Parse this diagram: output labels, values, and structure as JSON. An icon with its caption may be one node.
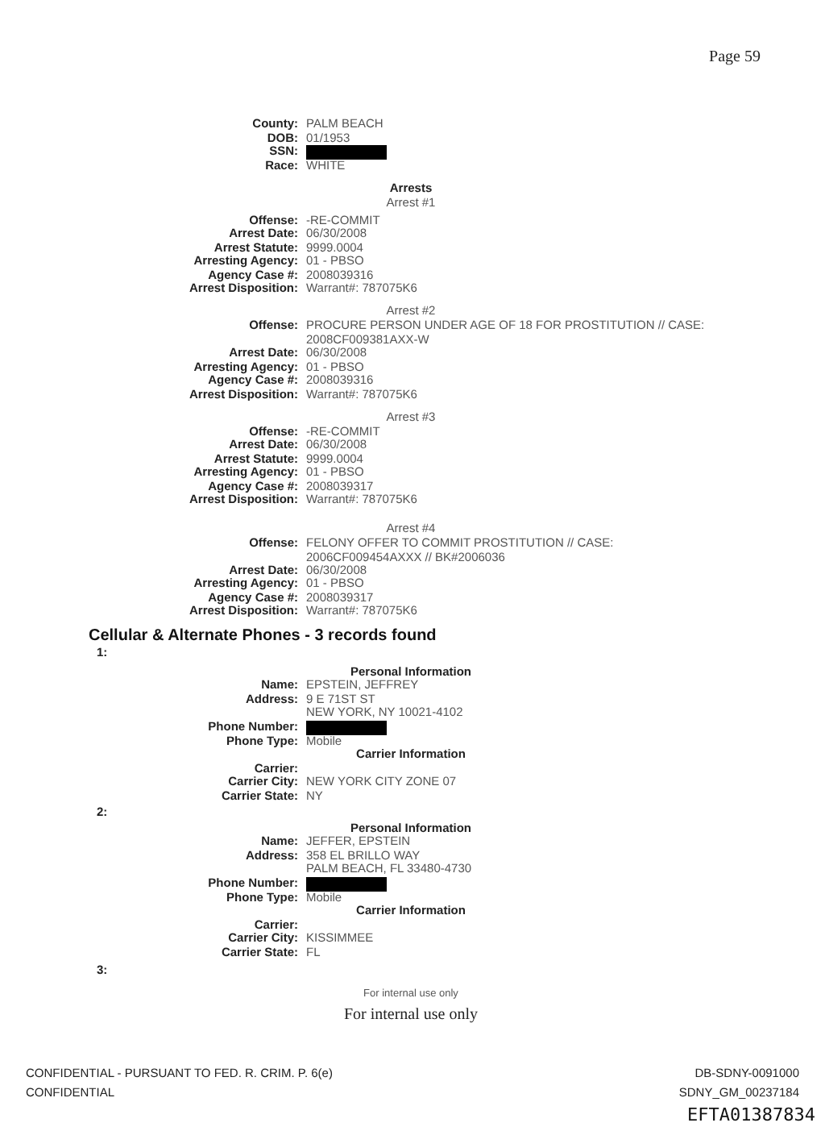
{
  "diagram": {
    "labels": [
      "Page 59",
      "County:",
      "PALM BEACH",
      "DOB:",
      "01/1953",
      "SSN:",
      "Race:",
      "WHITE",
      "Arrests",
      "Arrest #1",
      "Offense:",
      "-RE-COMMIT",
      "Arrest Date:",
      "06/30/2008",
      "Arrest Statute:",
      "9999.0004",
      "Arresting Agency:",
      "01 - PBSO",
      "Agency Case #:",
      "2008039316",
      "Arrest Disposition:",
      "Warrant#: 787075K6",
      "Arrest #2",
      "Offense:",
      "PROCURE PERSON UNDER AGE OF 18 FOR PROSTITUTION // CASE: 2008CF009381AXX-W",
      "Arrest Date:",
      "06/30/2008",
      "Arresting Agency:",
      "01 - PBSO",
      "Agency Case #:",
      "2008039316",
      "Arrest Disposition:",
      "Warrant#: 787075K6",
      "Arrest #3",
      "Offense:",
      "-RE-COMMIT",
      "Arrest Date:",
      "06/30/2008",
      "Arrest Statute:",
      "9999.0004",
      "Arresting Agency:",
      "01 - PBSO",
      "Agency Case #:",
      "2008039317",
      "Arrest Disposition:",
      "Warrant#: 787075K6",
      "Arrest #4",
      "Offense:",
      "FELONY OFFER TO COMMIT PROSTITUTION // CASE: 2006CF009454AXXX // BK#2006036",
      "Arrest Date:",
      "06/30/2008",
      "Arresting Agency:",
      "01 - PBSO",
      "Agency Case #:",
      "2008039317",
      "Arrest Disposition:",
      "Warrant#: 787075K6",
      "Cellular & Alternate Phones - 3 records found",
      "1:",
      "Personal Information",
      "Name:",
      "EPSTEIN, JEFFREY",
      "Address:",
      "9 E 71ST ST",
      "NEW YORK, NY 10021-4102",
      "Phone Number:",
      "Phone Type:",
      "Mobile",
      "Carrier Information",
      "Carrier:",
      "Carrier City:",
      "NEW YORK CITY ZONE 07",
      "Carrier State:",
      "NY",
      "2:",
      "Personal Information",
      "Name:",
      "JEFFER, EPSTEIN",
      "Address:",
      "358 EL BRILLO WAY",
      "PALM BEACH, FL 33480-4730",
      "Phone Number:",
      "Phone Type:",
      "Mobile",
      "Carrier Information",
      "Carrier:",
      "Carrier City:",
      "KISSIMMEE",
      "Carrier State:",
      "FL",
      "3:",
      "For internal use only",
      "For internal use only",
      "CONFIDENTIAL - PURSUANT TO FED. R. CRIM. P. 6(e)",
      "CONFIDENTIAL",
      "DB-SDNY-0091000",
      "SDNY_GM_00237184",
      "EFTA01387834"
    ]
  }
}
